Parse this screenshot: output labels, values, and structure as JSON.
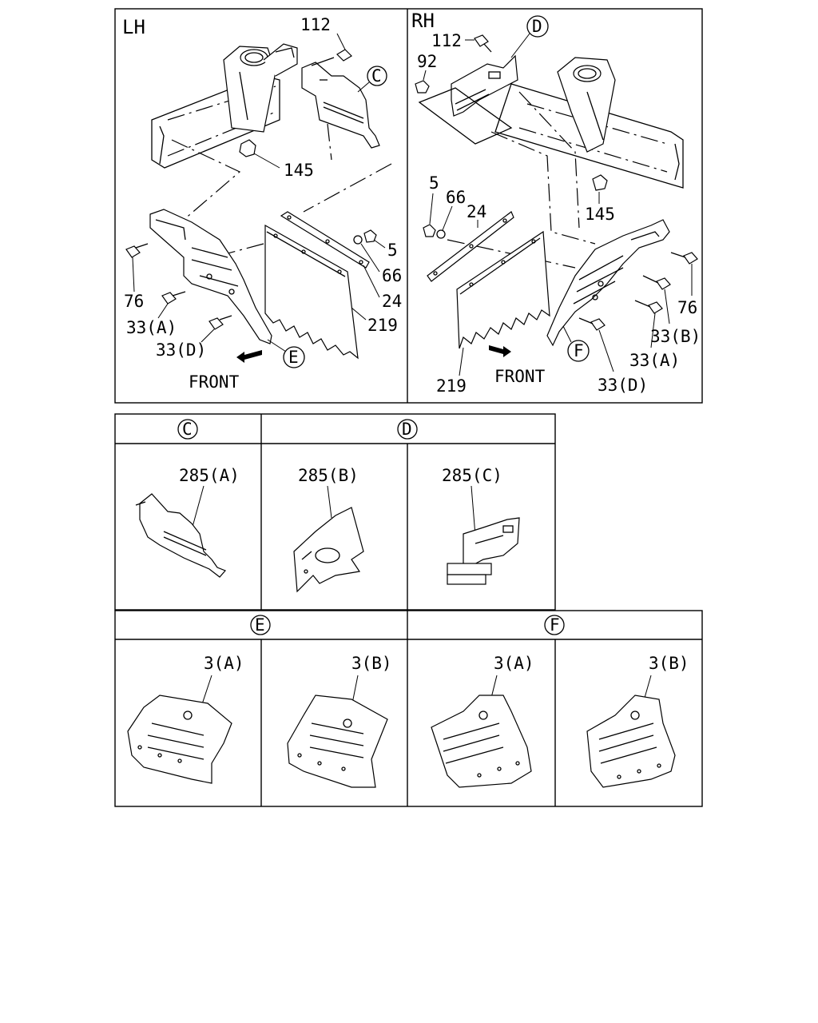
{
  "panels": {
    "lh": {
      "title": "LH",
      "front": "FRONT",
      "labels": {
        "p112": "112",
        "pC": "C",
        "p145": "145",
        "p5": "5",
        "p66": "66",
        "p24": "24",
        "p219": "219",
        "p76": "76",
        "p33a": "33(A)",
        "p33d": "33(D)",
        "pE": "E"
      }
    },
    "rh": {
      "title": "RH",
      "front": "FRONT",
      "labels": {
        "p112": "112",
        "p92": "92",
        "pD": "D",
        "p5": "5",
        "p66": "66",
        "p24": "24",
        "p145": "145",
        "p76": "76",
        "p33b": "33(B)",
        "p33a": "33(A)",
        "p33d": "33(D)",
        "p219": "219",
        "pF": "F"
      }
    }
  },
  "detail_cd": {
    "header_c": "C",
    "header_d": "D",
    "items": [
      "285(A)",
      "285(B)",
      "285(C)"
    ]
  },
  "detail_ef": {
    "header_e": "E",
    "header_f": "F",
    "items": [
      "3(A)",
      "3(B)",
      "3(A)",
      "3(B)"
    ]
  }
}
